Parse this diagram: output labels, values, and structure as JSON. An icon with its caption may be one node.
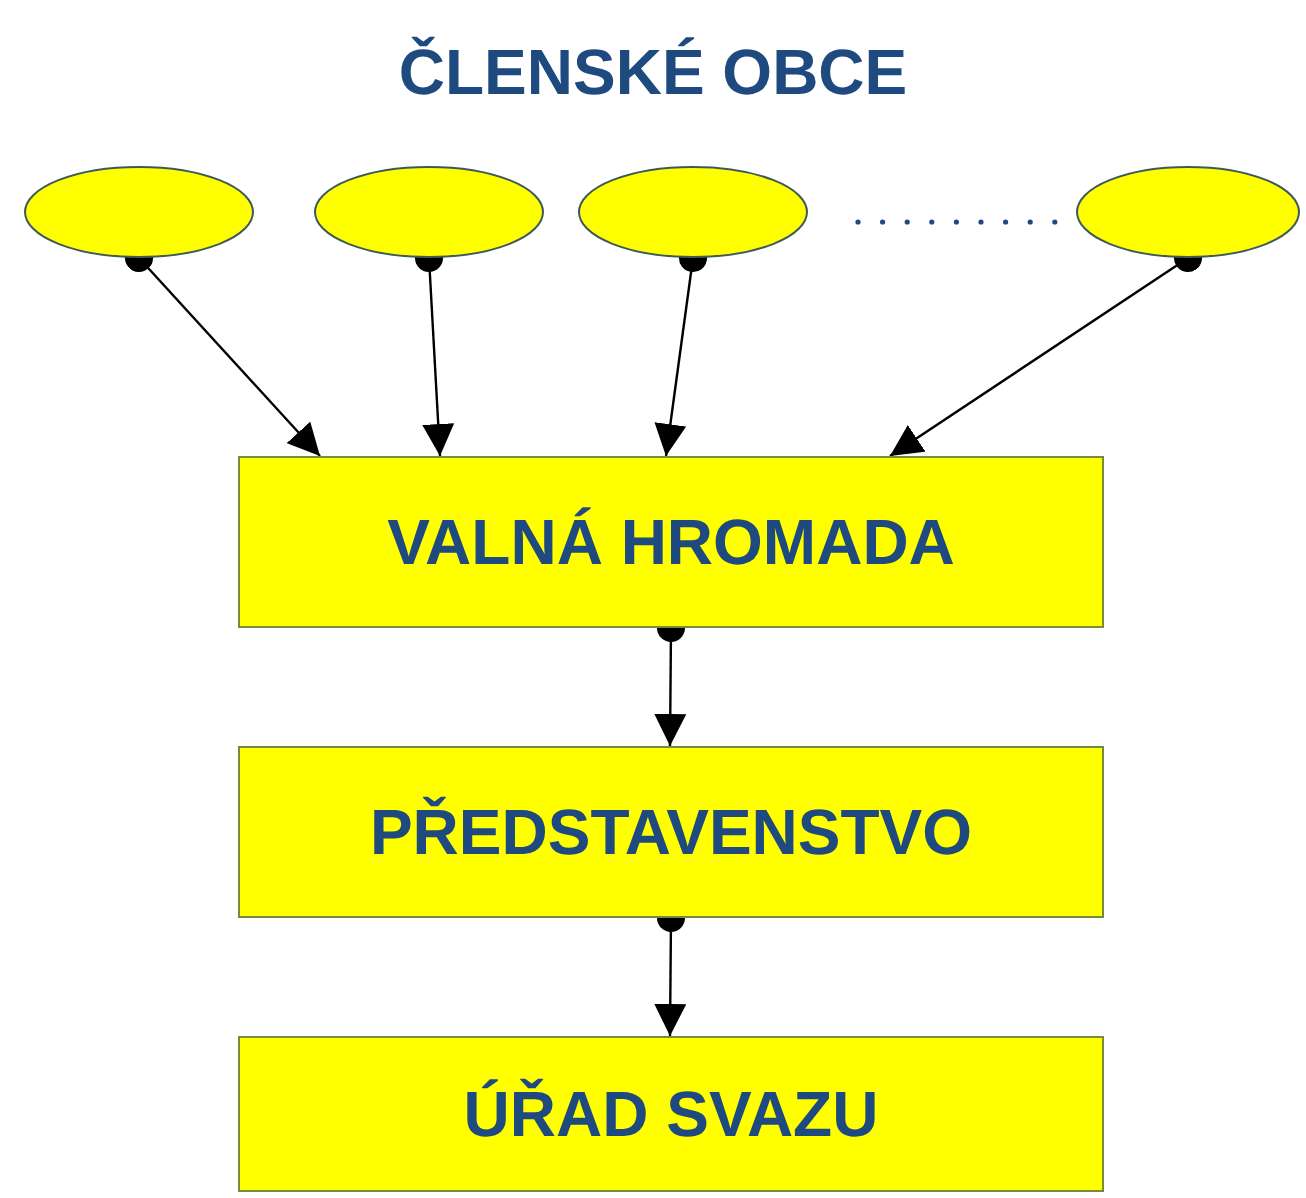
{
  "diagram": {
    "title": "ČLENSKÉ OBCE",
    "nodes": [
      {
        "text": [],
        "shape": "ellipse"
      },
      {
        "text": [],
        "shape": "ellipse"
      },
      {
        "text": [],
        "shape": "ellipse"
      },
      {
        "text": [],
        "shape": "ellipse"
      },
      {
        "text": [
          "VALNÁ HROMADA"
        ]
      },
      {
        "text": [
          "PŘEDSTAVENSTVO"
        ]
      },
      {
        "text": [
          "ÚŘAD SVAZU"
        ]
      }
    ],
    "edges": [
      {
        "from": 0,
        "to": 4,
        "arrow": "to"
      },
      {
        "from": 1,
        "to": 4,
        "arrow": "to"
      },
      {
        "from": 2,
        "to": 4,
        "arrow": "to"
      },
      {
        "from": 3,
        "to": 4,
        "arrow": "to"
      },
      {
        "from": 4,
        "to": 5,
        "arrow": "to"
      },
      {
        "from": 5,
        "to": 6,
        "arrow": "to"
      }
    ]
  }
}
